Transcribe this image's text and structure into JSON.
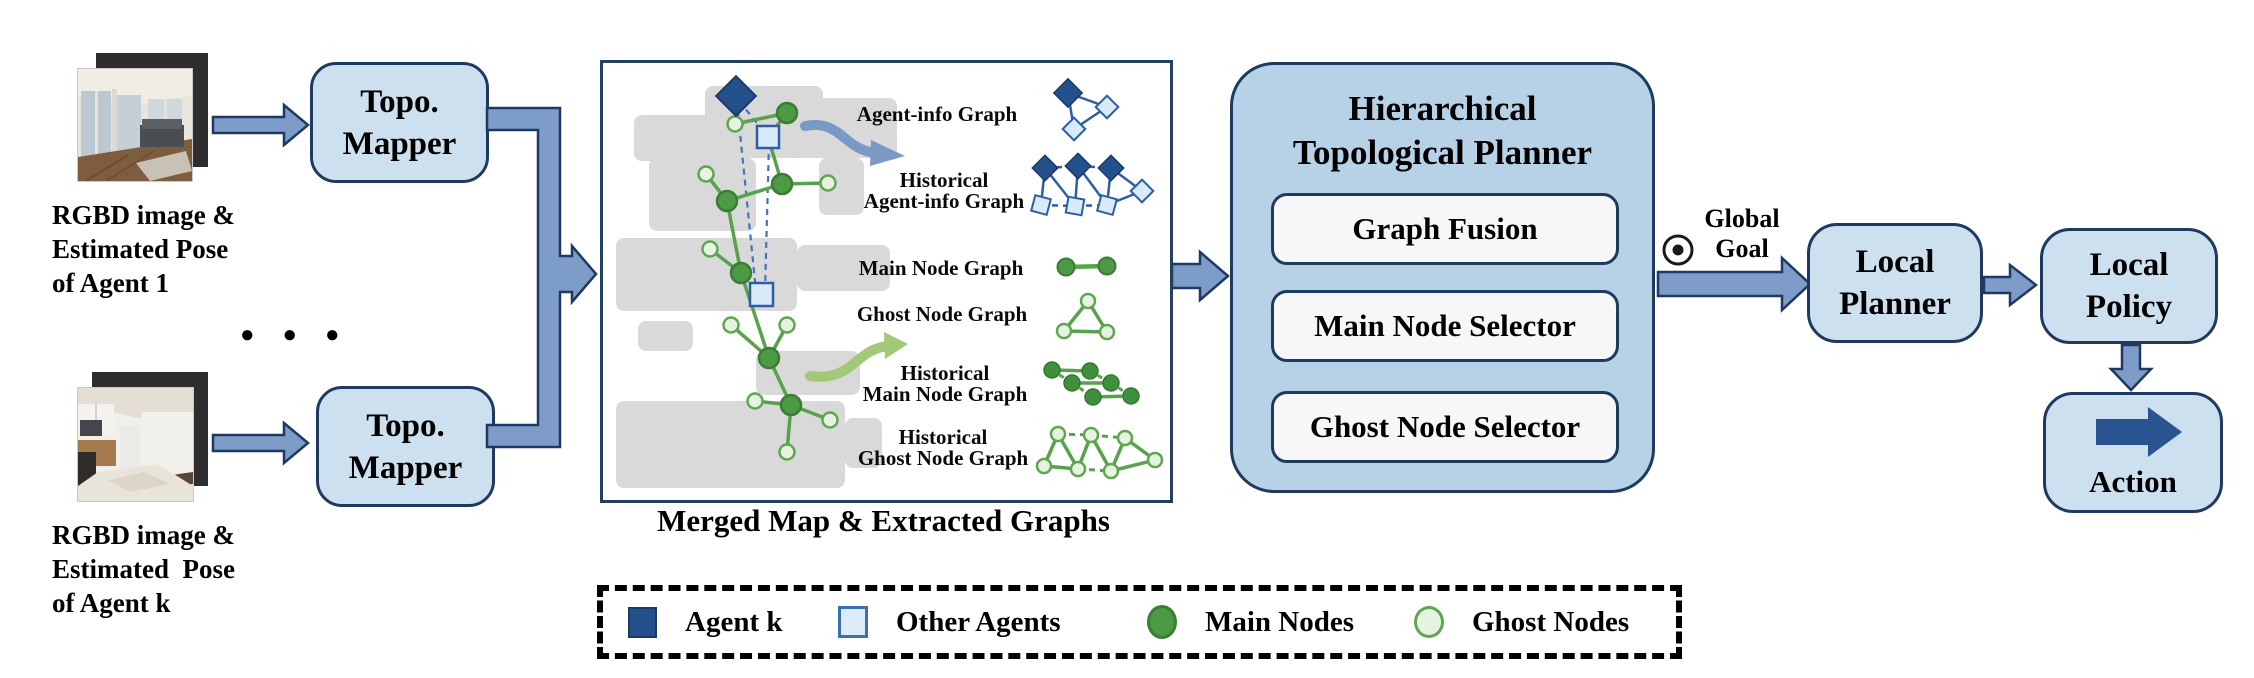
{
  "palette": {
    "box_fill_light": "#cce0ef",
    "planner_fill": "#b7d2e7",
    "module_fill": "#f7f7f9",
    "box_border": "#1f3a5f",
    "arrow_fill": "#7d9cc7",
    "arrow_border": "#1f3864",
    "dark_blue": "#24508c",
    "agent_square_fill": "#d9eaf8",
    "agent_square_border": "#2c5da8",
    "main_node_fill": "#4c9a44",
    "main_node_border": "#3c7c35",
    "ghost_node_fill": "#e7f3e1",
    "ghost_node_border": "#5ea650",
    "map_gray": "#d9d9d9",
    "dashed_blue": "#4472c4"
  },
  "inputs": {
    "agent1": {
      "lines": [
        "RGBD image &",
        "Estimated Pose",
        "of Agent 1"
      ]
    },
    "agentk": {
      "lines": [
        "RGBD image &",
        "Estimated  Pose",
        "of Agent k"
      ]
    },
    "ellipsis": "● ● ●"
  },
  "mappers": {
    "top": {
      "lines": [
        "Topo.",
        "Mapper"
      ]
    },
    "bottom": {
      "lines": [
        "Topo.",
        "Mapper"
      ]
    }
  },
  "map": {
    "caption": "Merged Map & Extracted Graphs",
    "labels": {
      "agent_info": {
        "lines": [
          "Agent-info Graph"
        ]
      },
      "hist_agent_info": {
        "lines": [
          "Historical",
          "Agent-info Graph"
        ]
      },
      "main_node": {
        "lines": [
          "Main Node Graph"
        ]
      },
      "ghost_node": {
        "lines": [
          "Ghost Node Graph"
        ]
      },
      "hist_main": {
        "lines": [
          "Historical",
          "Main Node Graph"
        ]
      },
      "hist_ghost": {
        "lines": [
          "Historical",
          "Ghost Node Graph"
        ]
      }
    }
  },
  "planner": {
    "title_lines": [
      "Hierarchical",
      "Topological Planner"
    ],
    "modules": [
      "Graph Fusion",
      "Main Node Selector",
      "Ghost Node Selector"
    ]
  },
  "global_goal": {
    "lines": [
      "Global",
      "Goal"
    ]
  },
  "local_planner": {
    "lines": [
      "Local",
      "Planner"
    ]
  },
  "local_policy": {
    "lines": [
      "Local",
      "Policy"
    ]
  },
  "action": {
    "label": "Action"
  },
  "legend": {
    "items": [
      {
        "label": "Agent k"
      },
      {
        "label": "Other Agents"
      },
      {
        "label": "Main Nodes"
      },
      {
        "label": "Ghost Nodes"
      }
    ]
  }
}
